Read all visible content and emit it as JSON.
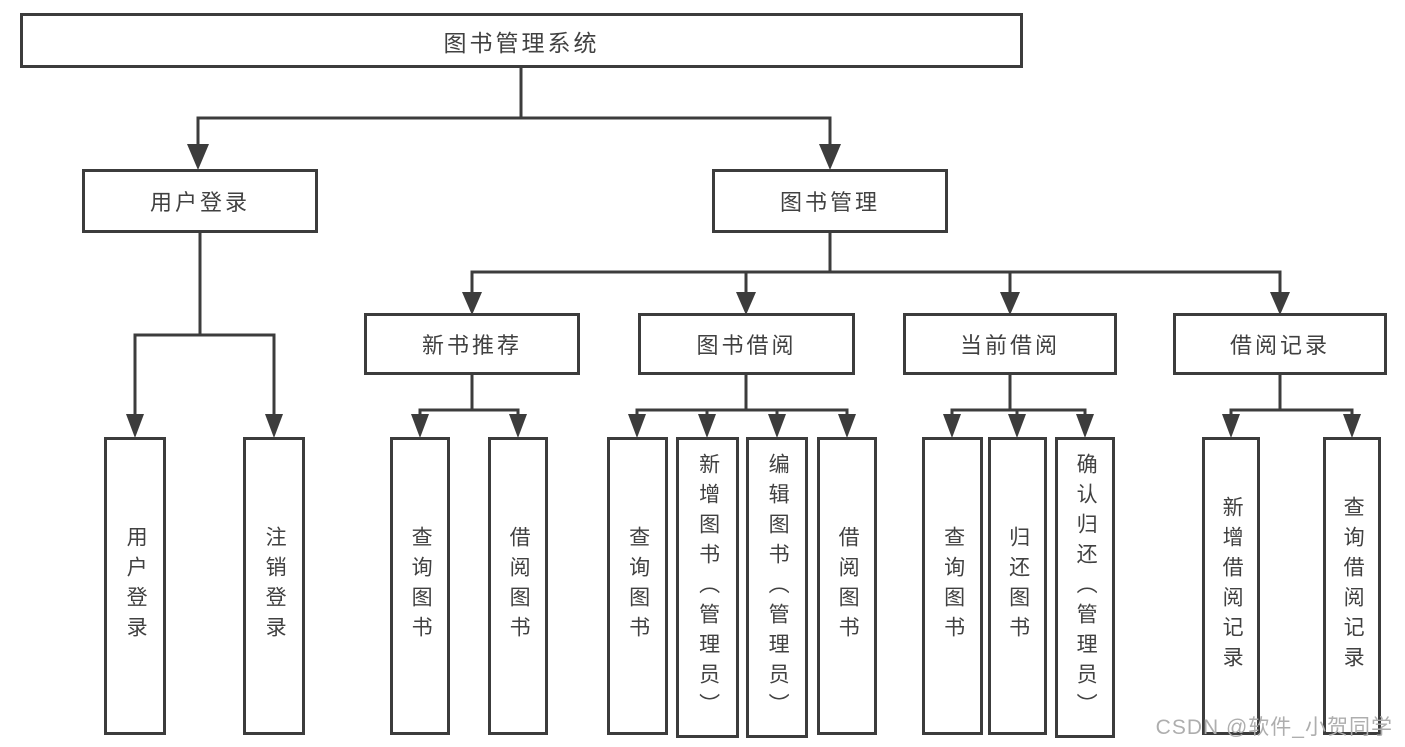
{
  "diagram": {
    "title_node": "图书管理系统",
    "root": {
      "label": "图书管理系统"
    },
    "branches": [
      {
        "label": "用户登录",
        "children": [
          "用户登录",
          "注销登录"
        ]
      },
      {
        "label": "图书管理",
        "groups": [
          {
            "label": "新书推荐",
            "children": [
              "查询图书",
              "借阅图书"
            ]
          },
          {
            "label": "图书借阅",
            "children": [
              "查询图书",
              "新增图书（管理员）",
              "编辑图书（管理员）",
              "借阅图书"
            ]
          },
          {
            "label": "当前借阅",
            "children": [
              "查询图书",
              "归还图书",
              "确认归还（管理员）"
            ]
          },
          {
            "label": "借阅记录",
            "children": [
              "新增借阅记录",
              "查询借阅记录"
            ]
          }
        ]
      }
    ]
  },
  "watermark": {
    "text": "CSDN @软件_小贺同学"
  },
  "colors": {
    "line": "#3c3c3c",
    "text": "#414141",
    "watermark": "#aeaeae",
    "background": "#ffffff"
  }
}
